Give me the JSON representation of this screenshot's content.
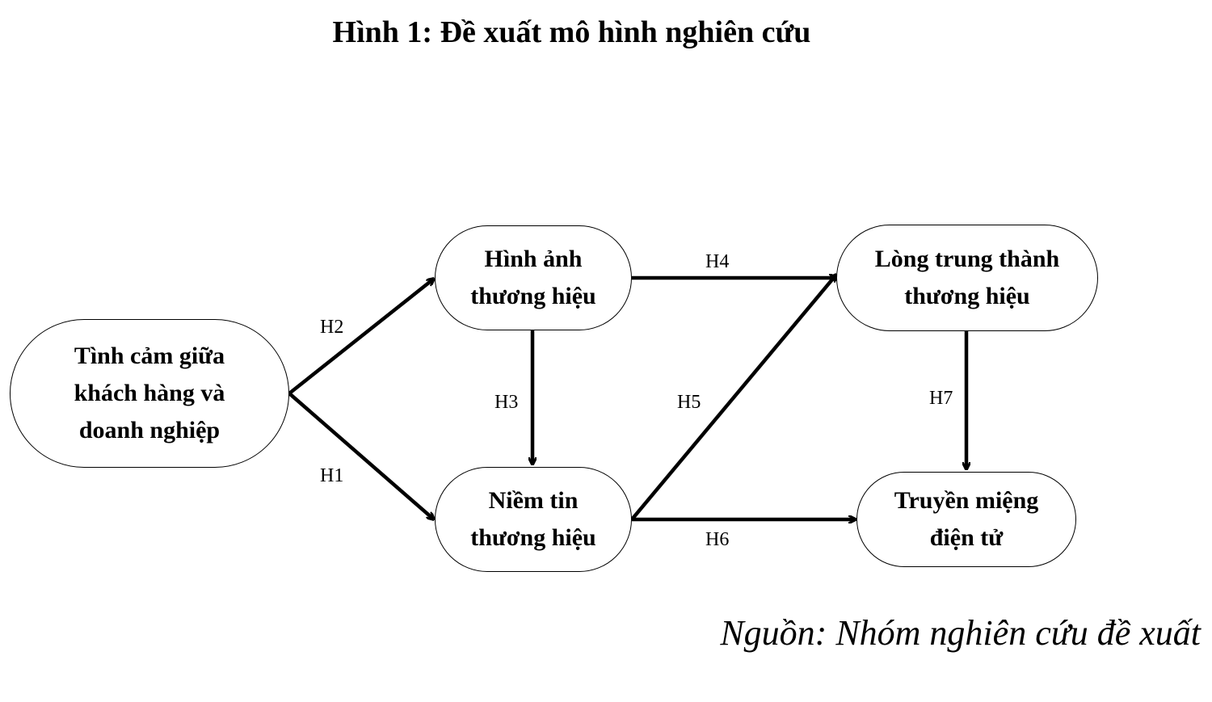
{
  "title": "Hình 1: Đề xuất mô hình nghiên cứu",
  "nodes": {
    "emotion": [
      "Tình cảm giữa",
      "khách hàng và",
      "doanh nghiệp"
    ],
    "brand_image": [
      "Hình ảnh",
      "thương hiệu"
    ],
    "brand_trust": [
      "Niềm tin",
      "thương hiệu"
    ],
    "brand_loyalty": [
      "Lòng trung thành",
      "thương hiệu"
    ],
    "ewom": [
      "Truyền miệng",
      "điện tử"
    ]
  },
  "edges": {
    "h1": "H1",
    "h2": "H2",
    "h3": "H3",
    "h4": "H4",
    "h5": "H5",
    "h6": "H6",
    "h7": "H7"
  },
  "source": "Nguồn: Nhóm nghiên cứu đề xuất"
}
